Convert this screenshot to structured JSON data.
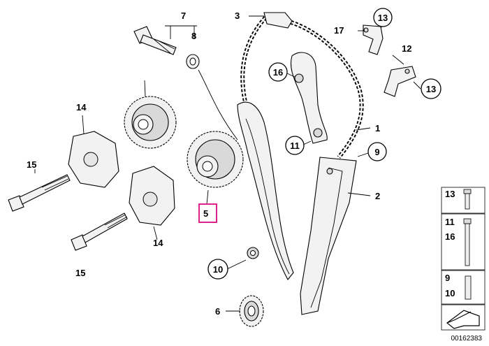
{
  "callouts": {
    "p1": "1",
    "p2": "2",
    "p3": "3",
    "p5": "5",
    "p6": "6",
    "p7": "7",
    "p8": "8",
    "p9": "9",
    "p10": "10",
    "p11": "11",
    "p12": "12",
    "p13a": "13",
    "p13b": "13",
    "p14a": "14",
    "p14b": "14",
    "p15a": "15",
    "p15b": "15",
    "p16": "16",
    "p17": "17"
  },
  "highlight": {
    "label": "5",
    "color": "#e0218a"
  },
  "legend": {
    "row1": [
      "13"
    ],
    "row2": [
      "11",
      "16"
    ],
    "row3": [
      "9",
      "10"
    ]
  },
  "figure_number": "00162383"
}
